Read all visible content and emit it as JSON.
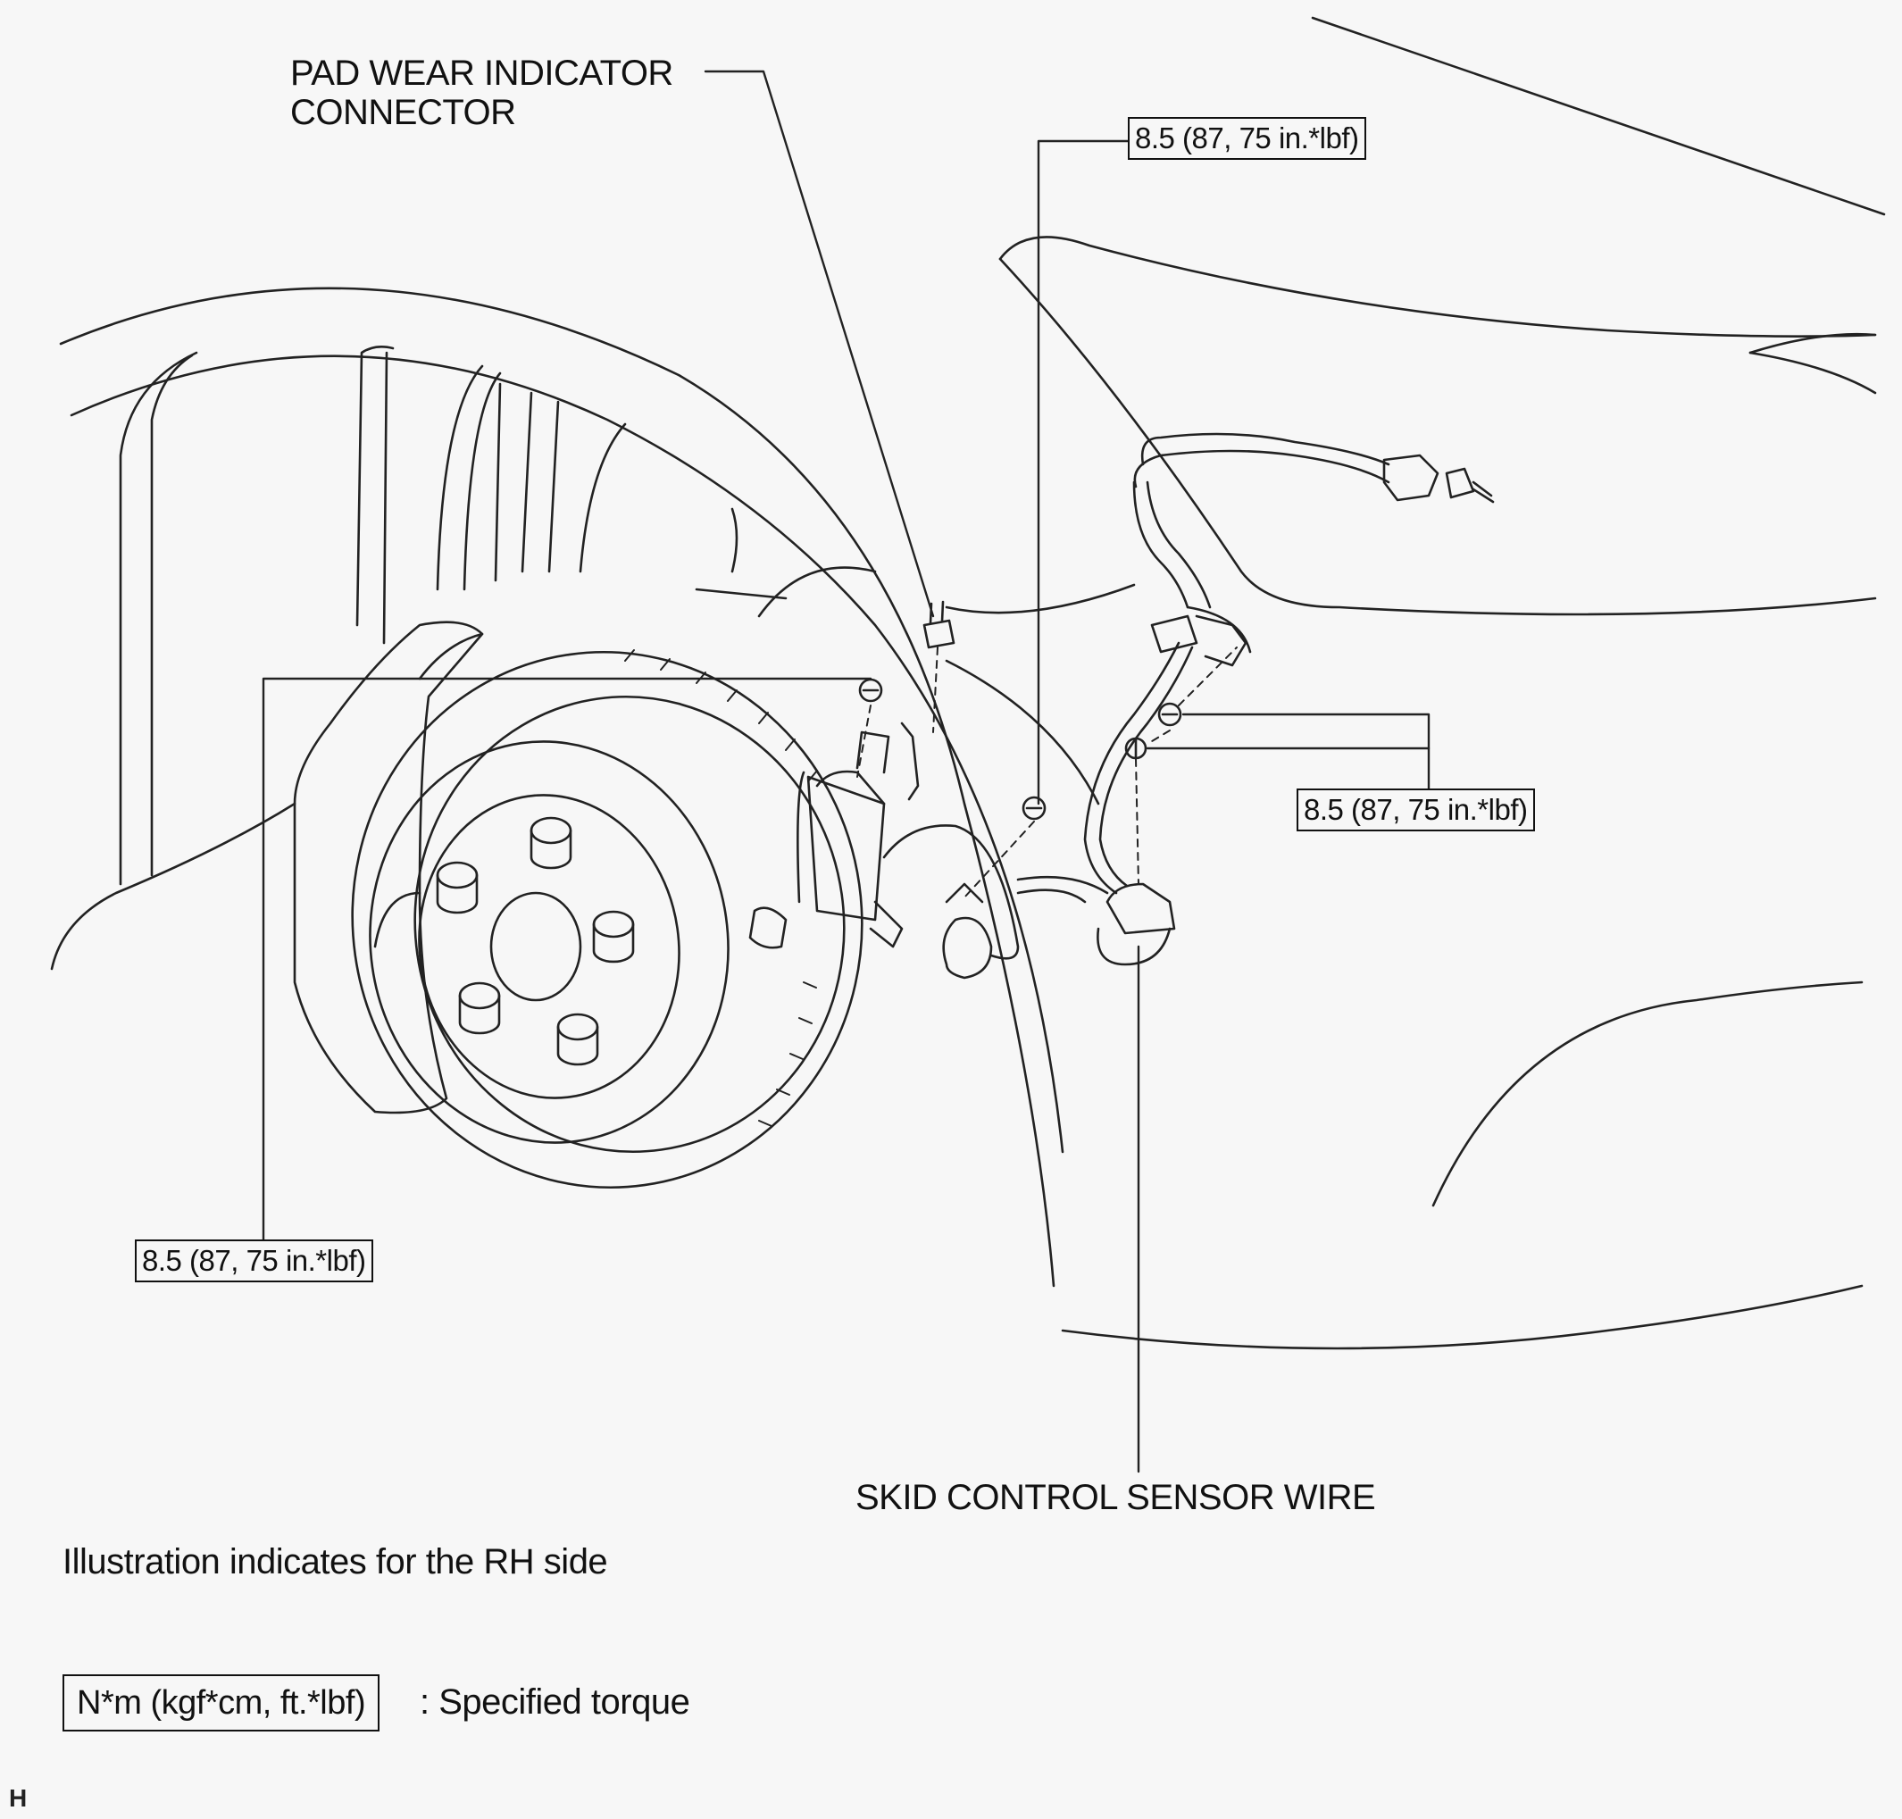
{
  "labels": {
    "pad_wear_line1": "PAD WEAR INDICATOR",
    "pad_wear_line2": "CONNECTOR",
    "skid_sensor": "SKID CONTROL  SENSOR WIRE",
    "note": "Illustration indicates for the RH side",
    "legend_box": "N*m (kgf*cm, ft.*lbf)",
    "legend_text": ": Specified torque",
    "corner_tag": "H"
  },
  "torque_callouts": [
    {
      "id": "top",
      "text": "8.5 (87, 75 in.*lbf)"
    },
    {
      "id": "right",
      "text": "8.5 (87, 75 in.*lbf)"
    },
    {
      "id": "left",
      "text": "8.5 (87, 75 in.*lbf)"
    }
  ],
  "colors": {
    "line": "#222222",
    "background": "#f7f7f7"
  }
}
